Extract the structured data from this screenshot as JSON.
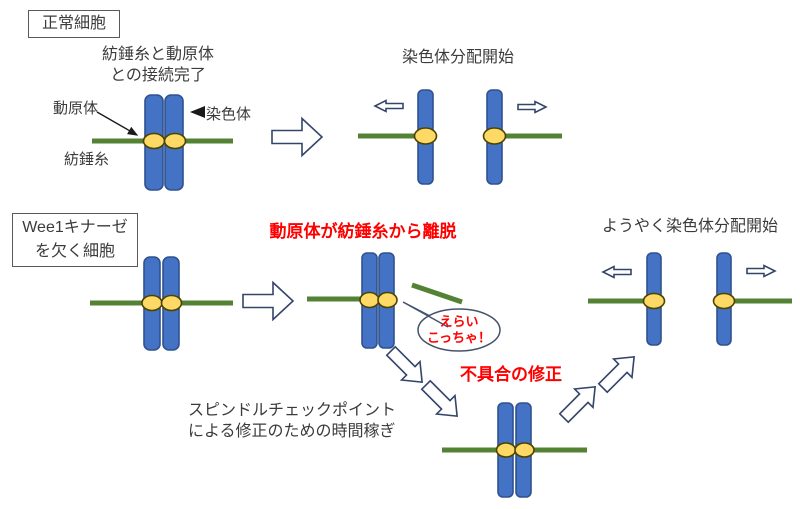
{
  "colors": {
    "chromatid_fill": "#4472C4",
    "chromatid_stroke": "#2F528F",
    "kinetochore_fill": "#FFD966",
    "kinetochore_stroke": "#4A4400",
    "spindle_green": "#548235",
    "arrow_outline": "#34456B",
    "bubble_outline": "#44546A",
    "alert_red": "#FF0000",
    "text_dark": "#3B3B3B"
  },
  "normal_section": {
    "box_label": "正常細胞",
    "caption_line1": "紡錘糸と動原体",
    "caption_line2": "との接続完了",
    "kinetochore_label": "動原体",
    "chromosome_label": "染色体",
    "spindle_label": "紡錘糸",
    "result_caption": "染色体分配開始"
  },
  "wee1_section": {
    "box_label_line1": "Wee1キナーゼ",
    "box_label_line2": "を欠く細胞",
    "detach_caption": "動原体が紡錘糸から離脱",
    "bubble_line1": "えらい",
    "bubble_line2": "こっちゃ！",
    "checkpoint_line1": "スピンドルチェックポイント",
    "checkpoint_line2": "による修正のための時間稼ぎ",
    "fix_caption": "不具合の修正",
    "result_caption": "ようやく染色体分配開始"
  }
}
